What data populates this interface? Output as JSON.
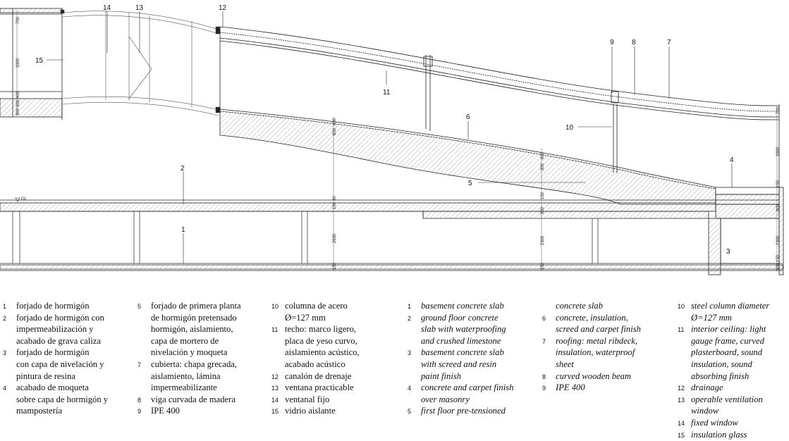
{
  "callouts": [
    "1",
    "2",
    "3",
    "4",
    "5",
    "6",
    "7",
    "8",
    "9",
    "10",
    "11",
    "12",
    "13",
    "14",
    "15"
  ],
  "level_marker": "GL",
  "dimensions": {
    "left_upper": [
      "700",
      "3300",
      "400",
      "300",
      "300"
    ],
    "mid": [
      "40",
      "600",
      "150",
      "2630",
      "150"
    ],
    "lower_mid": [
      "150",
      "900",
      "2300",
      "150"
    ],
    "slab": [
      "400",
      "600",
      "150"
    ],
    "slope": [
      "600",
      "300"
    ],
    "right": [
      "700",
      "3300",
      "150",
      "800",
      "2300",
      "150",
      "300"
    ]
  },
  "legend_es": [
    {
      "n": "1",
      "lines": [
        "forjado de hormigón"
      ]
    },
    {
      "n": "2",
      "lines": [
        "forjado de hormigón con",
        "impermeabilización y",
        "acabado de grava caliza"
      ]
    },
    {
      "n": "3",
      "lines": [
        "forjado de hormigón",
        "con capa de nivelación y",
        "pintura de resina"
      ]
    },
    {
      "n": "4",
      "lines": [
        "acabado de moqueta",
        "sobre capa de hormigón y",
        "mampostería"
      ]
    },
    {
      "n": "5",
      "lines": [
        "forjado de primera planta",
        "de hormigón pretensado"
      ]
    },
    {
      "n": "",
      "lines": [
        "hormigón, aislamiento,",
        "capa de mortero de",
        "nivelación y moqueta"
      ]
    },
    {
      "n": "7",
      "lines": [
        "cubierta: chapa grecada,",
        "aislamiento, lámina",
        "impermeabilizante"
      ]
    },
    {
      "n": "8",
      "lines": [
        "viga curvada de madera"
      ]
    },
    {
      "n": "9",
      "lines": [
        "IPE 400"
      ]
    },
    {
      "n": "10",
      "lines": [
        "columna de acero",
        "Ø=127 mm"
      ]
    },
    {
      "n": "11",
      "lines": [
        "techo: marco ligero,",
        "placa de yeso curvo,",
        "aislamiento acústico,",
        "acabado acústico"
      ]
    },
    {
      "n": "12",
      "lines": [
        "canalón de drenaje"
      ]
    },
    {
      "n": "13",
      "lines": [
        "ventana practicable"
      ]
    },
    {
      "n": "14",
      "lines": [
        "ventanal fijo"
      ]
    },
    {
      "n": "15",
      "lines": [
        "vidrio aislante"
      ]
    }
  ],
  "legend_en": [
    {
      "n": "1",
      "lines": [
        "basement concrete slab"
      ]
    },
    {
      "n": "2",
      "lines": [
        "ground floor concrete",
        "slab with waterproofing",
        "and crushed limestone"
      ]
    },
    {
      "n": "3",
      "lines": [
        "basement concrete slab",
        "with screed and resin",
        "paint finish"
      ]
    },
    {
      "n": "4",
      "lines": [
        "concrete and carpet finish",
        "over masonry"
      ]
    },
    {
      "n": "5",
      "lines": [
        "first floor pre-tensioned"
      ]
    },
    {
      "n": "",
      "lines": [
        "concrete slab"
      ]
    },
    {
      "n": "6",
      "lines": [
        "concrete, insulation,",
        "screed and carpet finish"
      ]
    },
    {
      "n": "7",
      "lines": [
        "roofing: metal ribdeck,",
        "insulation, waterproof",
        "sheet"
      ]
    },
    {
      "n": "8",
      "lines": [
        "curved wooden beam"
      ]
    },
    {
      "n": "9",
      "lines": [
        "IPE 400"
      ]
    },
    {
      "n": "10",
      "lines": [
        "steel column diameter",
        "Ø=127 mm"
      ]
    },
    {
      "n": "11",
      "lines": [
        "interior ceiling: light",
        "gauge frame, curved",
        "plasterboard, sound",
        "insulation, sound",
        "absorbing finish"
      ]
    },
    {
      "n": "12",
      "lines": [
        "drainage"
      ]
    },
    {
      "n": "13",
      "lines": [
        "operable ventilation",
        "window"
      ]
    },
    {
      "n": "14",
      "lines": [
        "fixed window"
      ]
    },
    {
      "n": "15",
      "lines": [
        "insulation glass"
      ]
    }
  ]
}
